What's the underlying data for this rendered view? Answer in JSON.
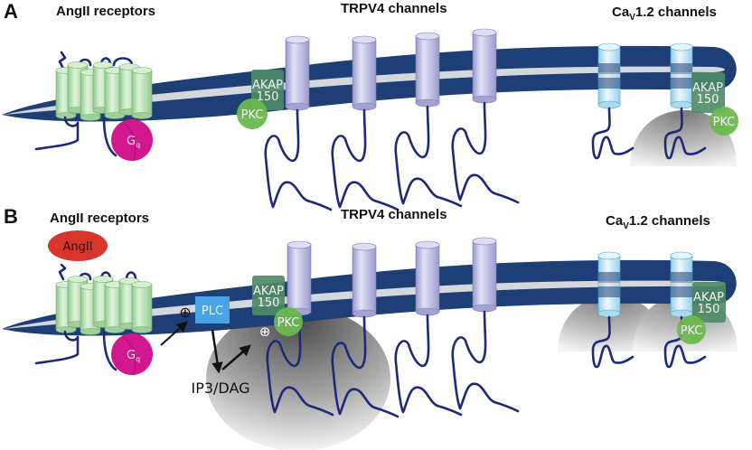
{
  "panels": [
    {
      "id": "A",
      "label": "A",
      "titles": {
        "angii_receptors": "AngII receptors",
        "trpv4_channels": "TRPV4 channels",
        "cav_main": "Ca",
        "cav_sub": "V",
        "cav_rest": "1.2 channels"
      },
      "labels": {
        "gq_main": "G",
        "gq_sub": "q",
        "akap_line1": "AKAP",
        "akap_line2": "150",
        "pkc": "PKC",
        "akap2_line1": "AKAP",
        "akap2_line2": "150",
        "pkc2": "PKC"
      }
    },
    {
      "id": "B",
      "label": "B",
      "titles": {
        "angii_receptors": "AngII receptors",
        "trpv4_channels": "TRPV4 channels",
        "cav_main": "Ca",
        "cav_sub": "V",
        "cav_rest": "1.2 channels"
      },
      "labels": {
        "angii": "AngII",
        "gq_main": "G",
        "gq_sub": "q",
        "plc": "PLC",
        "akap_line1": "AKAP",
        "akap_line2": "150",
        "pkc": "PKC",
        "ip3_dag": "IP3/DAG",
        "plus1": "⊕",
        "plus2": "⊕",
        "akap2_line1": "AKAP",
        "akap2_line2": "150",
        "pkc2": "PKC"
      }
    }
  ],
  "colors": {
    "membrane": "#1d3f75",
    "membrane_core": "#d4d8dc",
    "receptor": "#b9e2b3",
    "gq": "#d2178f",
    "trpv4": "#b8b8e0",
    "cav": "#bfe6f7",
    "akap": "#4e8a66",
    "pkc": "#6bb84e",
    "plc": "#48a4e6",
    "angii": "#d8362a",
    "loop": "#1c2a78"
  }
}
